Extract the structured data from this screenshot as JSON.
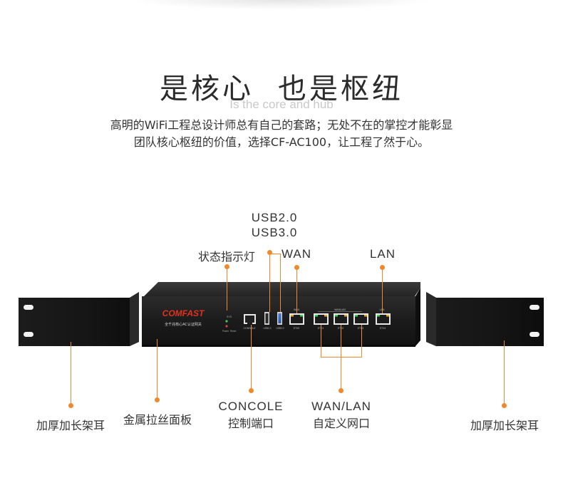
{
  "heading": {
    "part1": "是核心",
    "part2": "也是枢纽"
  },
  "subheading": "Is the core and hub",
  "description": {
    "line1": "高明的WiFi工程总设计师总有自己的套路；无处不在的掌控才能彰显",
    "line2": "团队核心枢纽的价值，选择CF-AC100，让工程了然于心。"
  },
  "device": {
    "brand": "COMFAST",
    "model_text": "全千兆核心AC认证网关",
    "port_labels": [
      "CONSOLE",
      "USB2.0",
      "USB3.0",
      "ETH0",
      "ETH1",
      "ETH2",
      "ETH3",
      "ETH4"
    ],
    "group_labels": {
      "wan": "WAN",
      "wanlan": "WAN/LAN",
      "lan": "LAN"
    },
    "led_labels": [
      "SYS",
      "Power",
      "Reset"
    ]
  },
  "callouts": {
    "usb_line1": "USB2.0",
    "usb_line2": "USB3.0",
    "status_led": "状态指示灯",
    "wan": "WAN",
    "lan": "LAN",
    "bracket_left": "加厚加长架耳",
    "panel": "金属拉丝面板",
    "console_line1": "CONCOLE",
    "console_line2": "控制端口",
    "wanlan_line1": "WAN/LAN",
    "wanlan_line2": "自定义网口",
    "bracket_right": "加厚加长架耳"
  },
  "colors": {
    "accent": "#f0892b",
    "brand_red": "#e0321c",
    "device_body": "#1a1a1a"
  }
}
